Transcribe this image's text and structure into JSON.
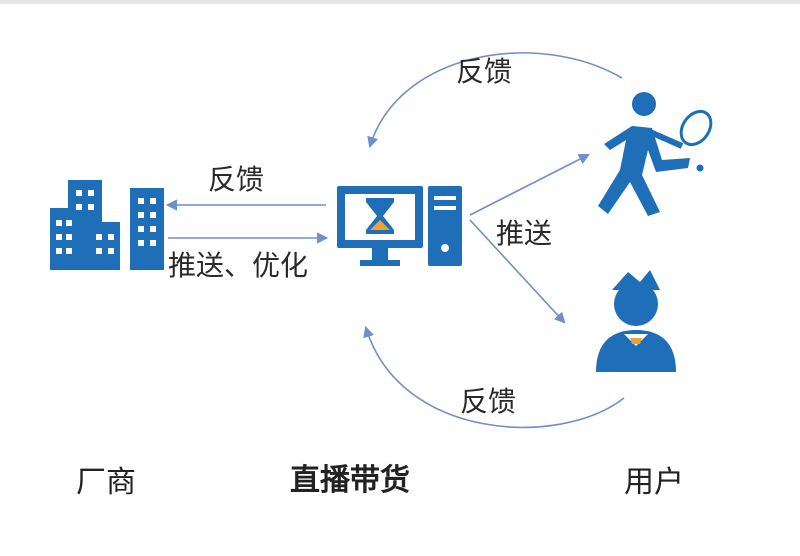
{
  "colors": {
    "blue": "#1e6fb8",
    "arrow": "#6e8fc8"
  },
  "labels": {
    "feedback_top": "反馈",
    "feedback_left": "反馈",
    "push_optimize": "推送、优化",
    "push_right": "推送",
    "feedback_bottom": "反馈"
  },
  "captions": {
    "manufacturer": "厂商",
    "live_commerce": "直播带货",
    "user": "用户"
  },
  "icons": [
    "buildings-icon",
    "computer-hourglass-icon",
    "tennis-player-icon",
    "businessman-icon"
  ]
}
